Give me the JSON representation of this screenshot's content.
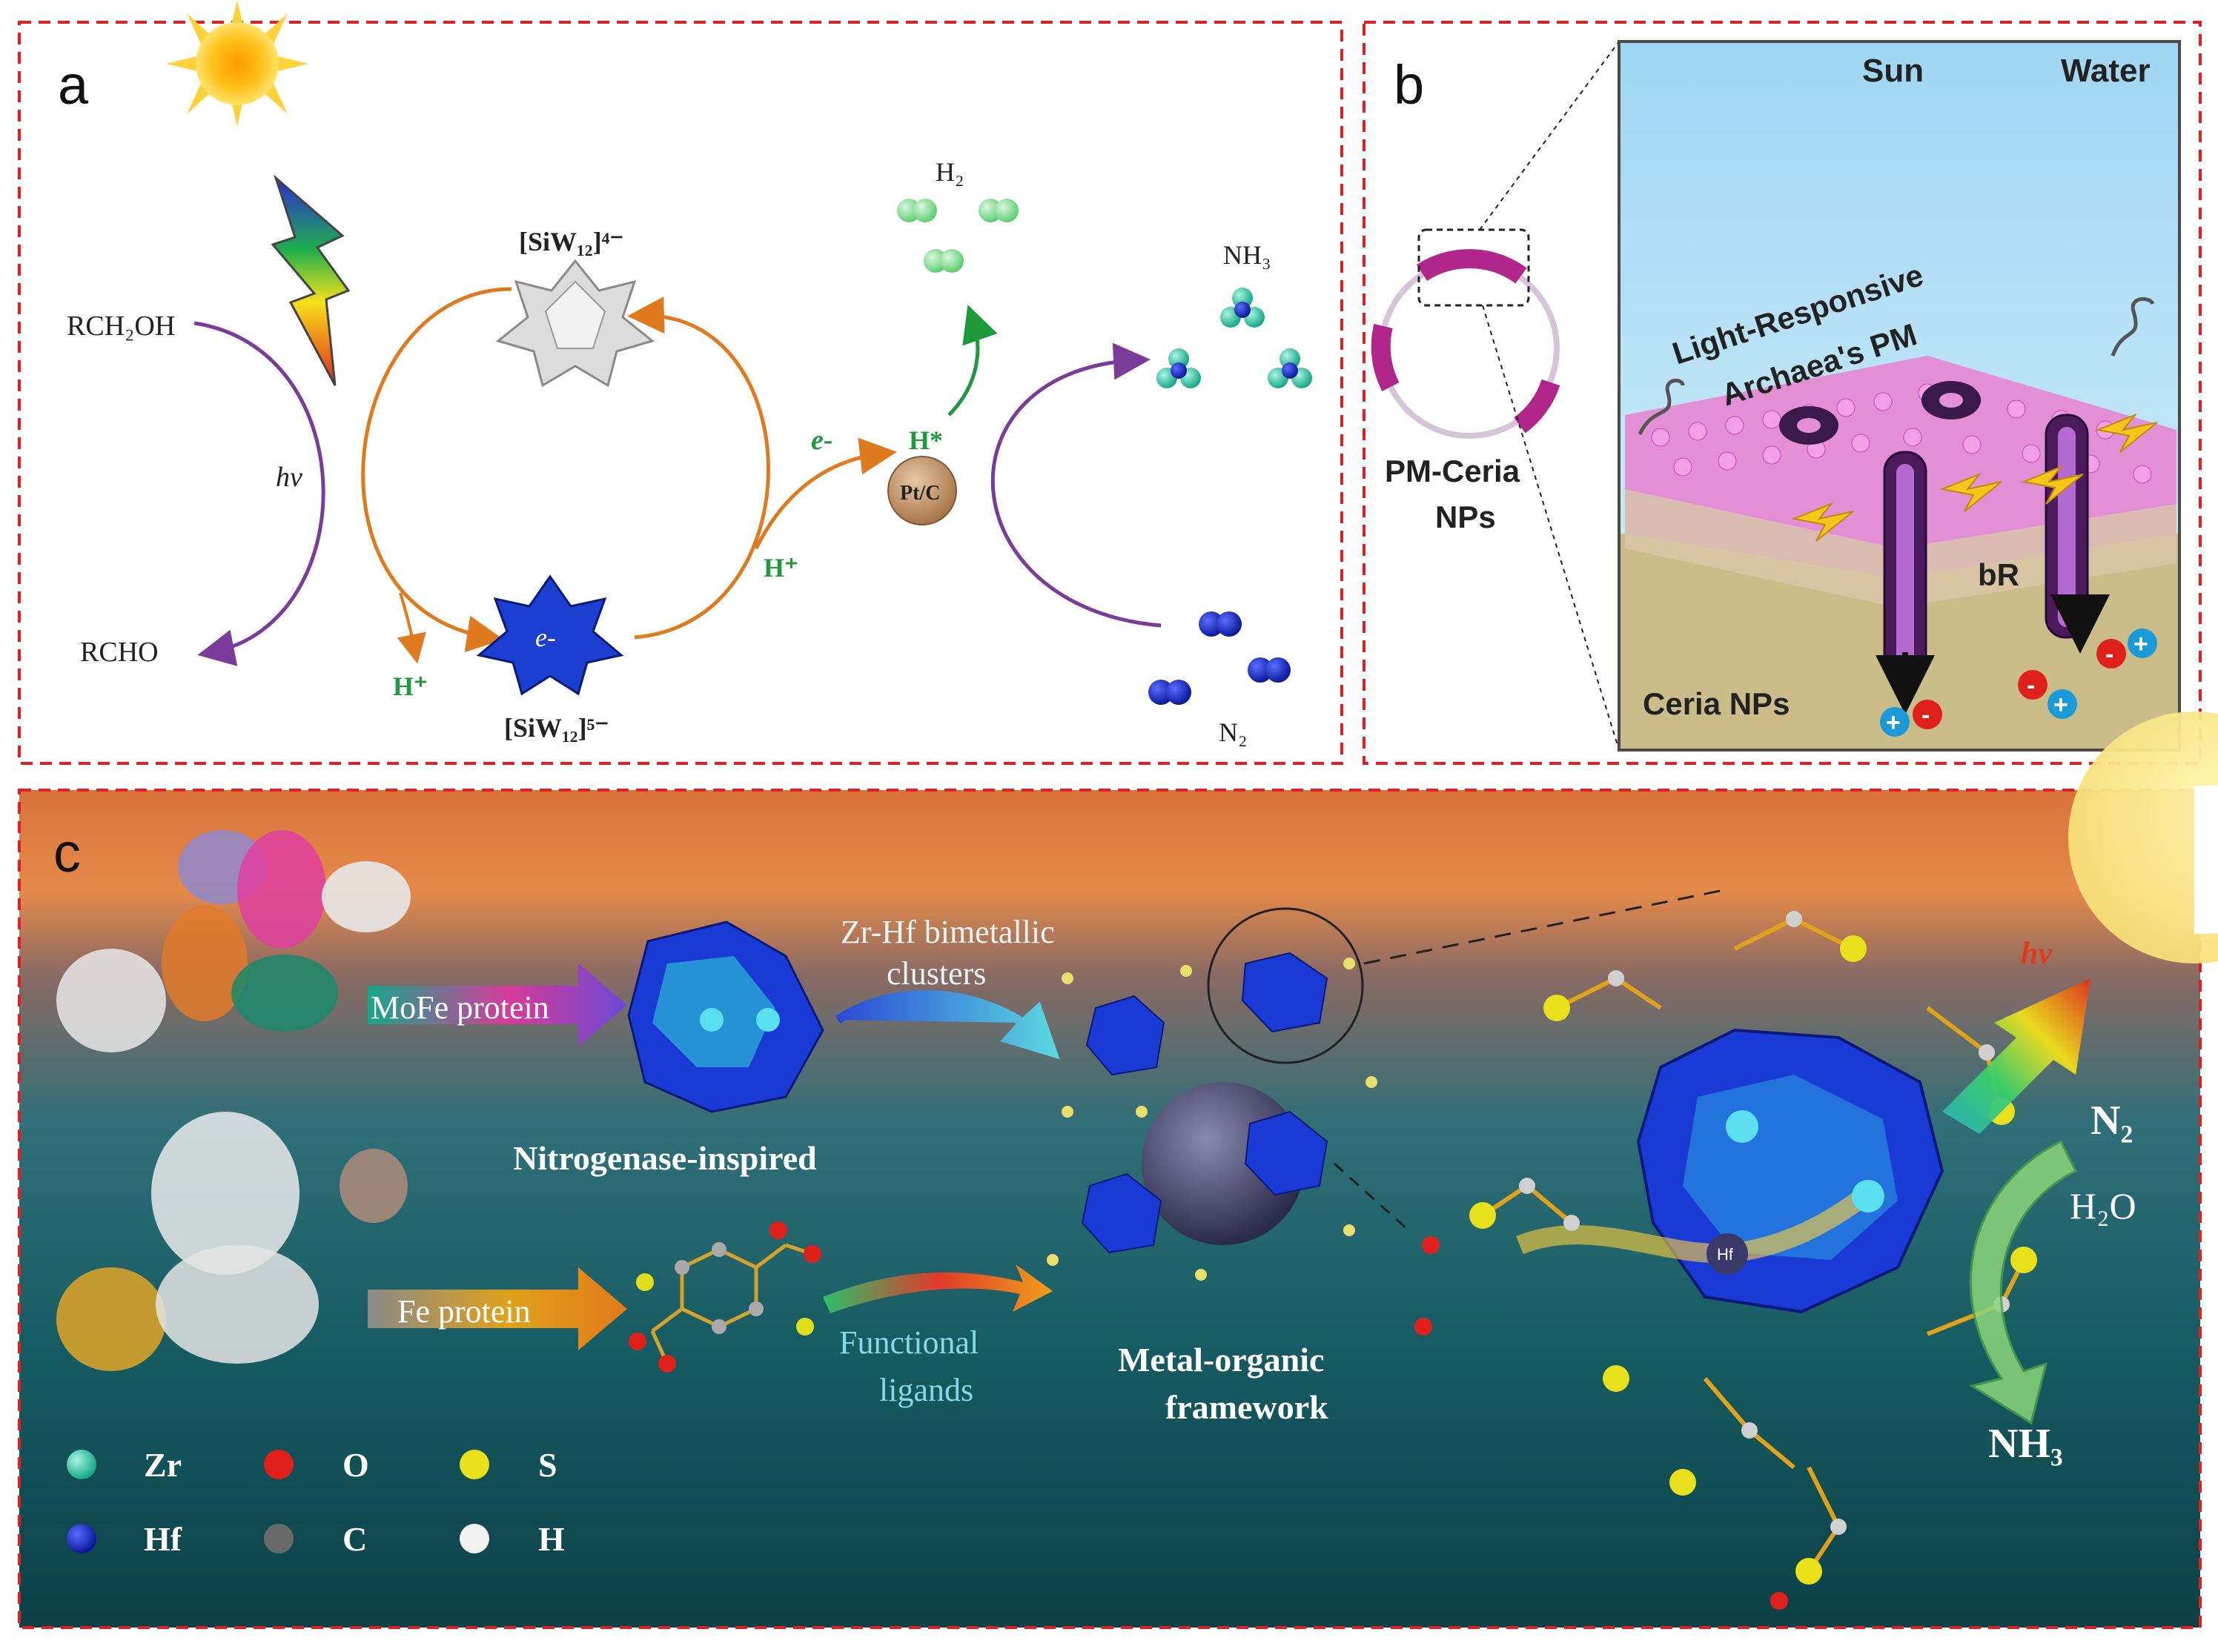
{
  "panel_a": {
    "label": "a",
    "rch2oh": "RCH₂OH",
    "rcho": "RCHO",
    "hv": "hv",
    "siw_top": "[SiW₁₂]⁴⁻",
    "siw_bottom": "[SiW₁₂]⁵⁻",
    "e_minus": "e-",
    "h_plus": "H⁺",
    "h_star": "H*",
    "ptc": "Pt/C",
    "h2": "H₂",
    "nh3": "NH₃",
    "n2": "N₂"
  },
  "panel_b": {
    "label": "b",
    "sun": "Sun",
    "water": "Water",
    "pm_title": "Light-Responsive",
    "pm_title2": "Archaea's PM",
    "pm_ceria": "PM-Ceria",
    "nps": "NPs",
    "br": "bR",
    "ceria_nps": "Ceria NPs",
    "plus": "+",
    "minus": "-"
  },
  "panel_c": {
    "label": "c",
    "mofe": "MoFe protein",
    "fe": "Fe protein",
    "zrhf1": "Zr-Hf bimetallic",
    "zrhf2": "clusters",
    "nitro": "Nitrogenase-inspired",
    "func1": "Functional",
    "func2": "ligands",
    "mof1": "Metal-organic",
    "mof2": "framework",
    "hv": "hv",
    "n2": "N₂",
    "h2o": "H₂O",
    "nh3": "NH₃",
    "hf_center": "Hf",
    "legend": [
      "Zr",
      "O",
      "S",
      "Hf",
      "C",
      "H"
    ]
  },
  "colors": {
    "frame": "#e02020",
    "orange": "#e07a1f",
    "purple": "#7a3b9a",
    "green": "#1f9a3a",
    "blue": "#1e3bb0"
  }
}
